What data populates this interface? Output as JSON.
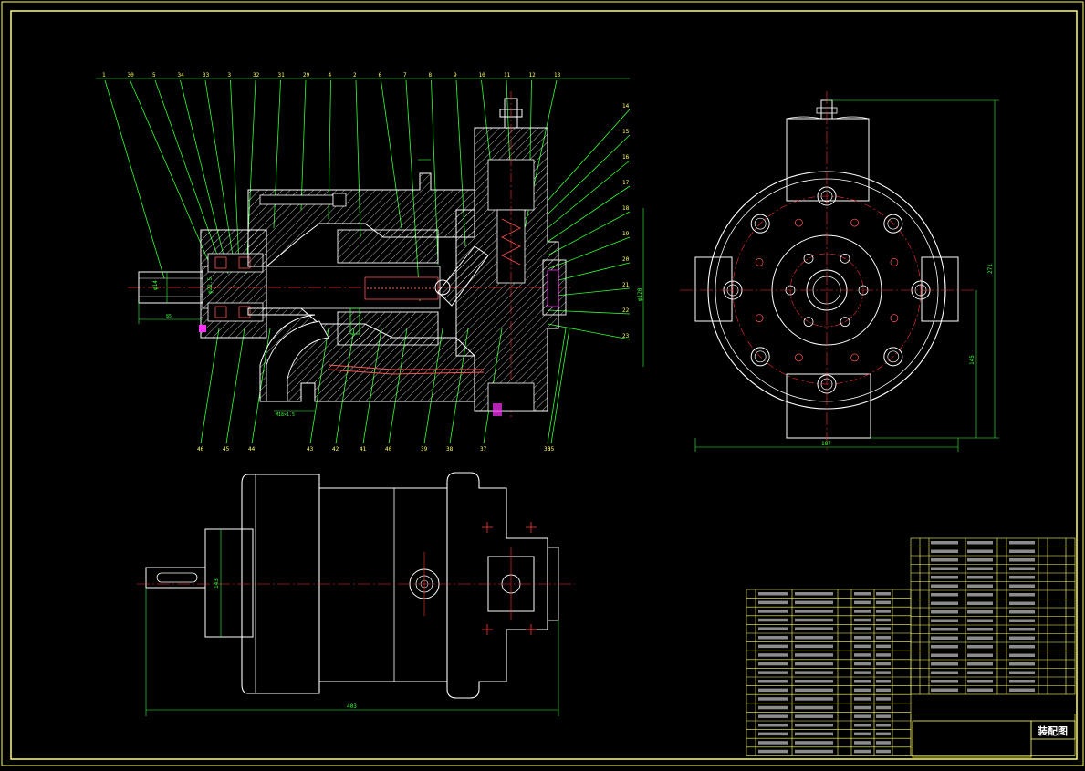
{
  "colors": {
    "background": "#000000",
    "frame": "#ffff66",
    "outline": "#ffffff",
    "leader": "#33ff33",
    "center": "#ff3333",
    "section": "#ff4444",
    "dimension": "#33ff33",
    "hatch": "#ffffff",
    "accent": "#ff33ff"
  },
  "section_view": {
    "top_callouts": [
      "1",
      "30",
      "5",
      "34",
      "33",
      "3",
      "32",
      "31",
      "29",
      "4",
      "2",
      "6",
      "7",
      "8",
      "9",
      "10",
      "11",
      "12",
      "13"
    ],
    "right_callouts": [
      "14",
      "15",
      "16",
      "17",
      "18",
      "19",
      "20",
      "21",
      "22",
      "23"
    ],
    "bottom_callouts": [
      "46",
      "45",
      "44",
      "43",
      "42",
      "41",
      "40",
      "39",
      "38",
      "37",
      "36",
      "35"
    ],
    "dims": {
      "shaft_dia": "φ14",
      "bore": "φ22.5",
      "length": "85",
      "flange": "M18×1.5",
      "height": "φ120"
    }
  },
  "end_view": {
    "dims": {
      "height": "271",
      "width": "187",
      "center_height": "145"
    }
  },
  "plan_view": {
    "dims": {
      "overall_length": "403",
      "body_height": "143"
    }
  },
  "title_block": {
    "title": "装配图"
  }
}
